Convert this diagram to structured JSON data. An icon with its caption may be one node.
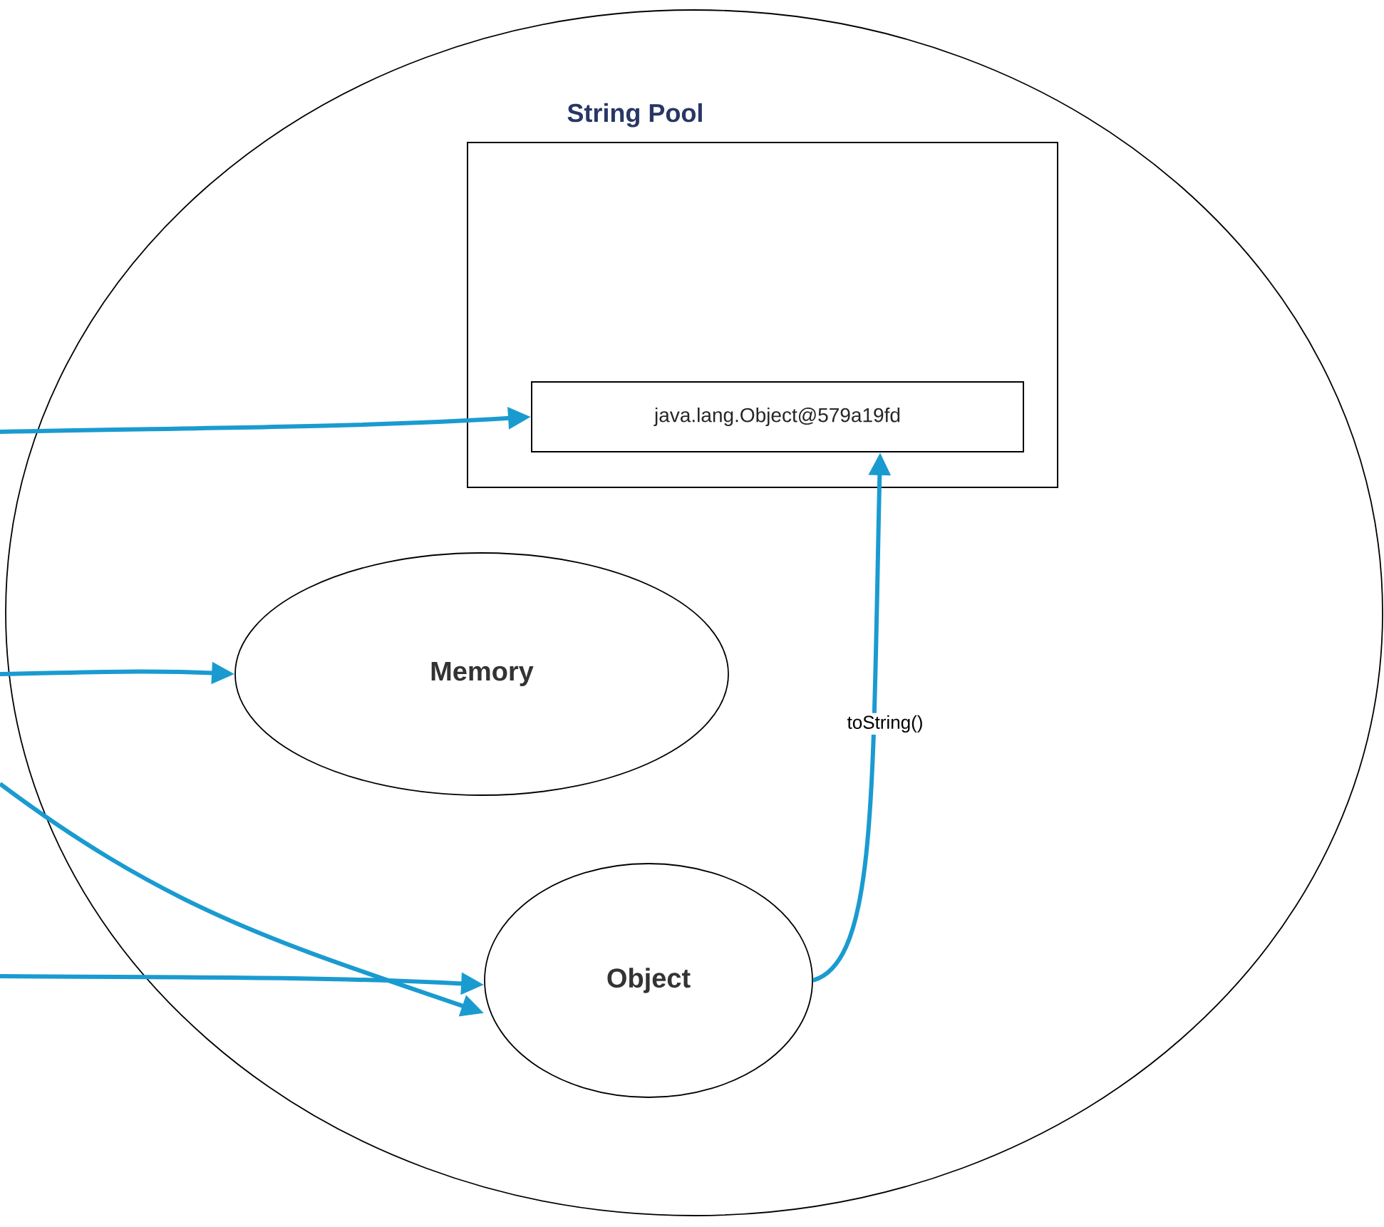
{
  "diagram": {
    "nodes": [
      {
        "text": [],
        "shape": "ellipse"
      },
      {
        "text": [
          "String Pool"
        ],
        "in": 0
      },
      {
        "text": [
          "java.lang.Object@579a19fd"
        ],
        "in": 1
      },
      {
        "text": [
          "Memory"
        ],
        "in": 0
      },
      {
        "text": [
          "Object"
        ],
        "in": 0
      }
    ],
    "edges": [
      {
        "from": null,
        "to": 2,
        "arrow": "to"
      },
      {
        "from": null,
        "to": 3,
        "arrow": "to"
      },
      {
        "from": null,
        "to": 4,
        "arrow": "to"
      },
      {
        "from": null,
        "to": 4,
        "arrow": "to"
      },
      {
        "from": 4,
        "to": 2,
        "arrow": "to",
        "label": "toString()"
      }
    ]
  }
}
